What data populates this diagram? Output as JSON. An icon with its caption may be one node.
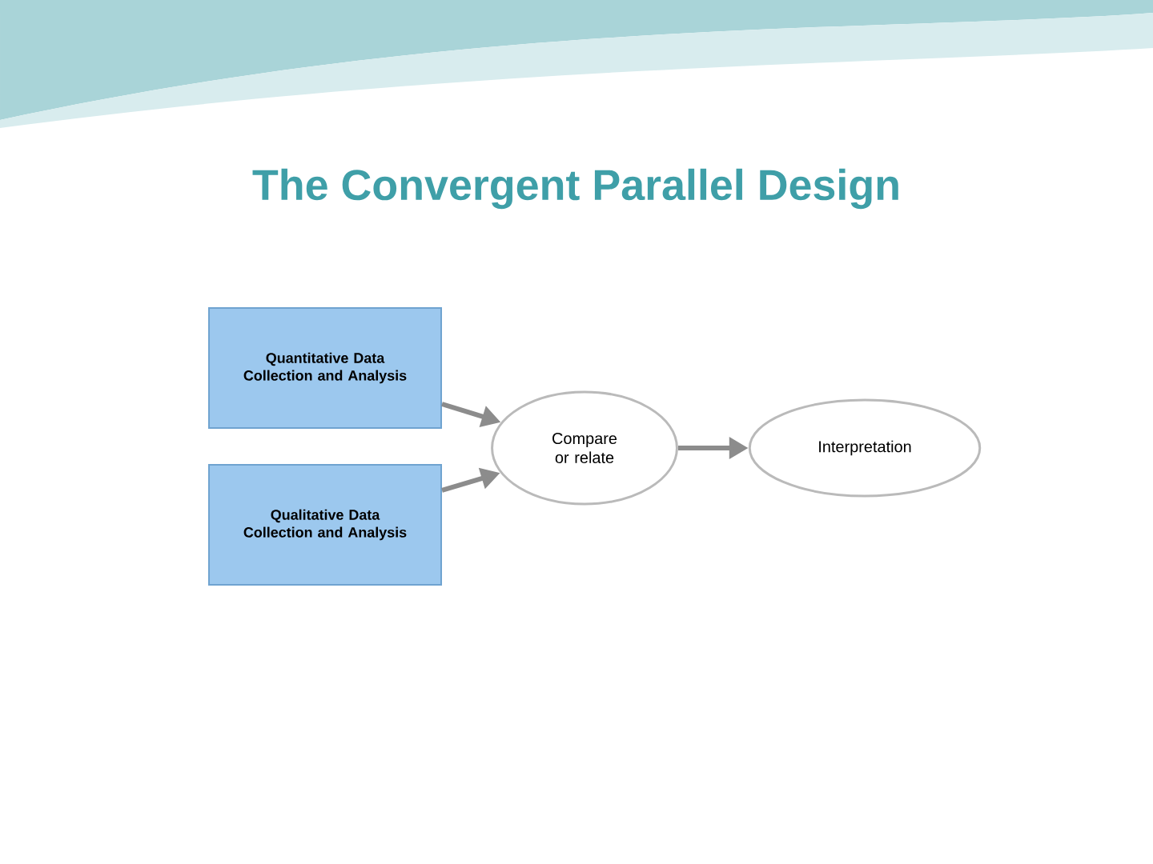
{
  "diagram": {
    "title": "The Convergent Parallel Design",
    "nodes": [
      {
        "text": [
          "Quantitative Data Collection and Analysis"
        ]
      },
      {
        "text": [
          "Qualitative Data Collection and Analysis"
        ]
      },
      {
        "text": [
          "Compare or relate"
        ]
      },
      {
        "text": [
          "Interpretation"
        ]
      }
    ],
    "edges": [
      {
        "from": 0,
        "to": 2,
        "arrow": "to"
      },
      {
        "from": 1,
        "to": 2,
        "arrow": "to"
      },
      {
        "from": 2,
        "to": 3,
        "arrow": "to"
      }
    ]
  }
}
